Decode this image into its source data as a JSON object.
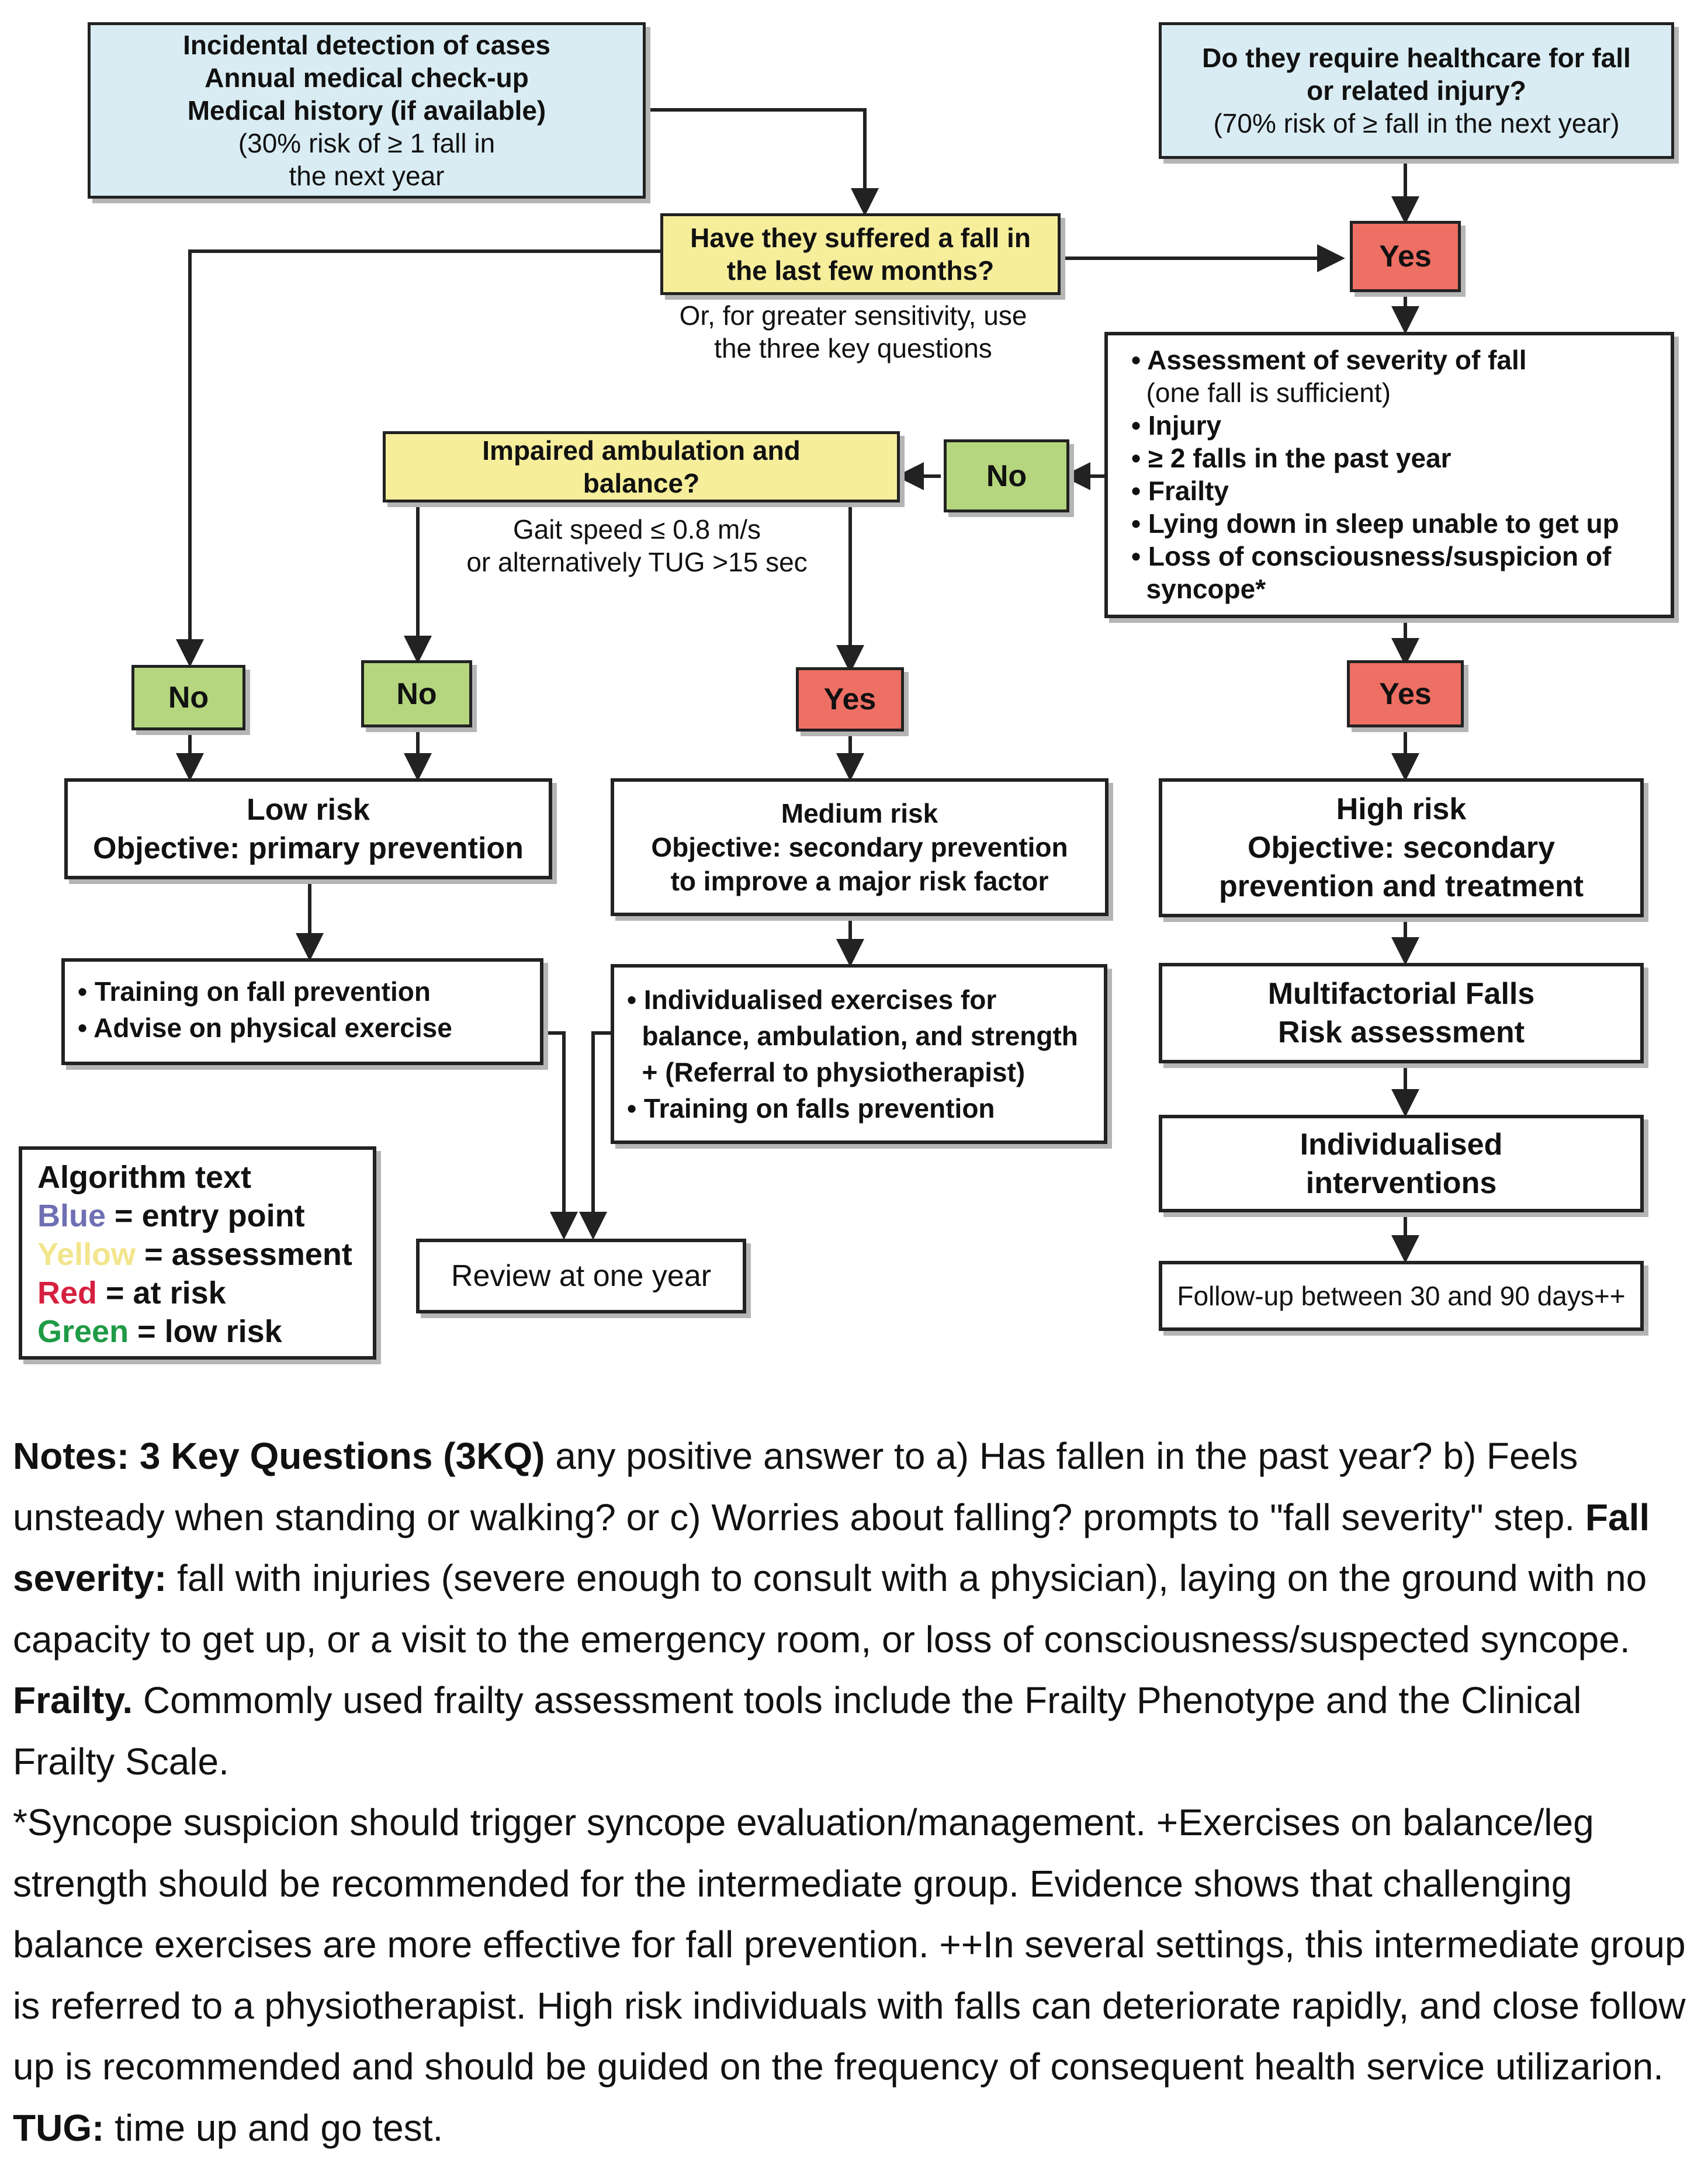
{
  "diagram": {
    "entry_left": [
      "Incidental detection of cases",
      "Annual medical check-up",
      "Medical history (if available)",
      "(30% risk of ≥ 1 fall in",
      "the next year"
    ],
    "entry_right": [
      "Do they require healthcare for fall",
      "or related injury?",
      "(70% risk of ≥ fall in the next year)"
    ],
    "q_fall": [
      "Have they suffered a fall in",
      "the last few months?"
    ],
    "q_fall_note": [
      "Or, for greater sensitivity, use",
      "the three key questions"
    ],
    "yes_top": "Yes",
    "severity": {
      "items": [
        "• Assessment of severity of fall",
        "  (one fall is sufficient)",
        "• Injury",
        "• ≥ 2 falls in the past year",
        "• Frailty",
        "• Lying down in sleep unable to get up",
        "• Loss of consciousness/suspicion of",
        "  syncope*"
      ]
    },
    "no_mid": "No",
    "q_ambulation": [
      "Impaired ambulation and",
      "balance?"
    ],
    "q_ambulation_note": [
      "Gait speed ≤ 0.8 m/s",
      "or alternatively TUG >15 sec"
    ],
    "no_left1": "No",
    "no_left2": "No",
    "yes_mid": "Yes",
    "yes_right": "Yes",
    "low_risk": [
      "Low risk",
      "Objective: primary prevention"
    ],
    "medium_risk": [
      "Medium risk",
      "Objective: secondary prevention",
      "to improve a major risk factor"
    ],
    "high_risk": [
      "High risk",
      "Objective: secondary",
      "prevention and treatment"
    ],
    "low_actions": [
      "• Training on fall prevention",
      "• Advise on physical exercise"
    ],
    "medium_actions": [
      "• Individualised exercises for",
      "  balance, ambulation, and strength",
      "  + (Referral to physiotherapist)",
      "• Training on falls prevention"
    ],
    "multifactorial": [
      "Multifactorial Falls",
      "Risk assessment"
    ],
    "individualised": [
      "Individualised",
      "interventions"
    ],
    "followup": "Follow-up between 30 and 90 days++",
    "review": "Review at one year",
    "legend": {
      "title": "Algorithm text",
      "rows": [
        {
          "key": "Blue",
          "rest": " = entry point"
        },
        {
          "key": "Yellow",
          "rest": " = assessment"
        },
        {
          "key": "Red",
          "rest": " = at risk"
        },
        {
          "key": "Green",
          "rest": " = low risk"
        }
      ],
      "colors": {
        "blue": "#6f6fb4",
        "yellow": "#f2e58c",
        "red": "#d6203f",
        "green": "#1f9a45"
      }
    },
    "box_colors": {
      "entry": "#d9ecf3",
      "assessment": "#f6ee9b",
      "risk": "#ee6f64",
      "low": "#b5d67e"
    }
  },
  "notes": {
    "p1_b": "Notes: 3 Key Questions (3KQ)",
    "p1": " any positive answer to a) Has fallen in the past year? b) Feels unsteady when standing or walking? or c) Worries about falling? prompts to \"fall severity\" step. ",
    "p1_b2": "Fall severity:",
    "p1_2": " fall with injuries (severe enough to consult with a physician), laying on the ground with no capacity to get up, or a visit to the emergency room, or loss of consciousness/suspected syncope. ",
    "p1_b3": "Frailty.",
    "p1_3": " Commomly used frailty assessment tools include the Frailty Phenotype and the Clinical Frailty Scale.",
    "p2": "*Syncope suspicion should trigger syncope evaluation/management. +Exercises on balance/leg strength should be recommended for the intermediate group. Evidence shows that challenging balance exercises are more effective for fall prevention. ++In several settings, this intermediate group is referred to a physiotherapist.  High risk individuals with falls can deteriorate rapidly, and close follow up is recommended and should be guided on the frequency of consequent health service utilizarion. ",
    "p2_b": "TUG:",
    "p2_2": " time up and go test."
  }
}
